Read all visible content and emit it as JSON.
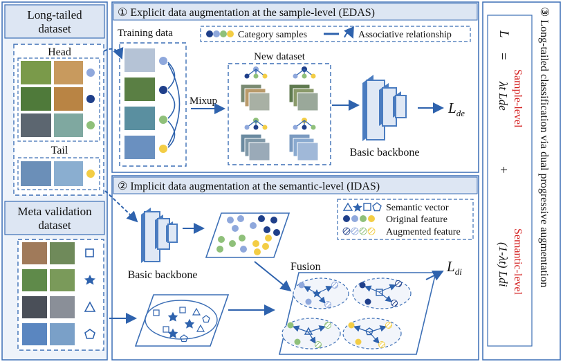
{
  "colors": {
    "panel_border": "#3b6eb5",
    "header_fill": "#dde6f3",
    "arrow": "#2e62ad",
    "dot_blue": "#8fa8dc",
    "dot_navy": "#1f3f8a",
    "dot_green": "#8fc07a",
    "dot_yellow": "#f3cd45",
    "accent_red": "#d42020"
  },
  "left": {
    "long_tailed_title_1": "Long-tailed",
    "long_tailed_title_2": "dataset",
    "head_label": "Head",
    "tail_label": "Tail",
    "meta_title_1": "Meta validation",
    "meta_title_2": "dataset"
  },
  "edas": {
    "header": "① Explicit data augmentation at the sample-level (EDAS)",
    "training_data": "Training data",
    "legend_category": "Category samples",
    "legend_assoc": "Associative relationship",
    "new_dataset": "New dataset",
    "mixup": "Mixup",
    "backbone": "Basic backbone",
    "loss": "L",
    "loss_sub": "de"
  },
  "idas": {
    "header": "② Implicit data augmentation at the semantic-level (IDAS)",
    "legend_semantic": "Semantic vector",
    "legend_original": "Original feature",
    "legend_augmented": "Augmented feature",
    "backbone": "Basic backbone",
    "fusion": "Fusion",
    "loss": "L",
    "loss_sub": "di"
  },
  "right": {
    "title": "③ Long-tailed classification via dual progressive augmentation",
    "formula_L": "L",
    "formula_eq": "=",
    "formula_term1": "λt Lde",
    "sample_level": "Sample-level",
    "plus": "+",
    "formula_term2": "(1-λt) Ldi",
    "semantic_level": "Semantic-level"
  }
}
